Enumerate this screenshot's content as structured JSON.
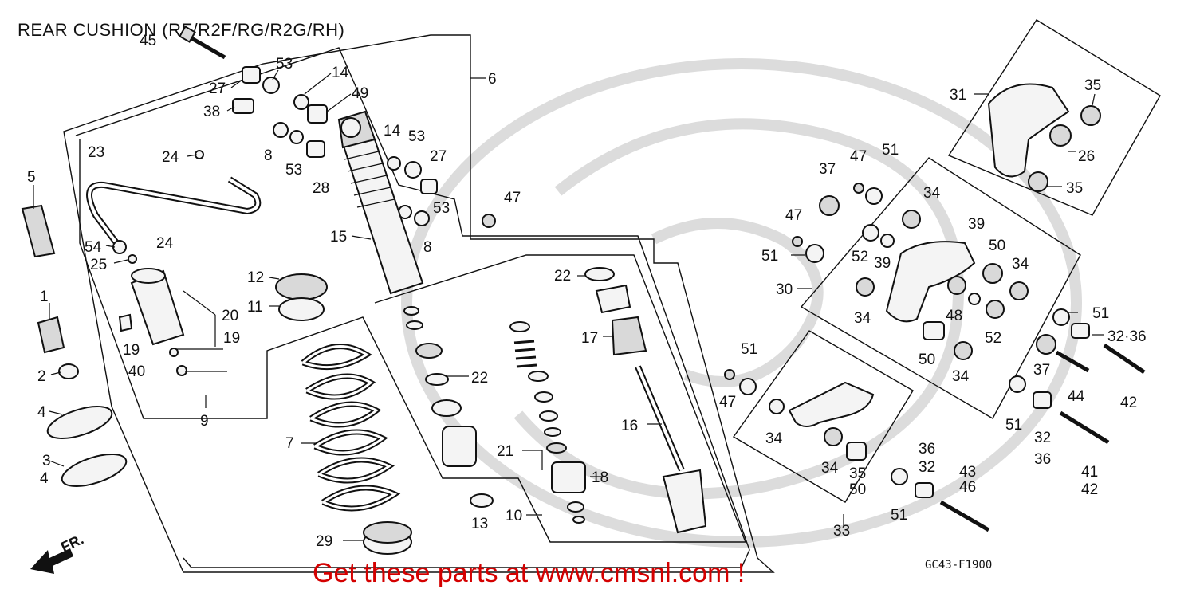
{
  "title": "REAR CUSHION (RF/R2F/RG/R2G/RH)",
  "diagram_code": "GC43-F1900",
  "direction_label": "FR.",
  "promo_text": "Get these parts at www.cmsnl.com !",
  "colors": {
    "promo": "#d40000",
    "lines": "#111111",
    "watermark": "#dcdcdc"
  },
  "callouts": {
    "c45": "45",
    "c53a": "53",
    "c27a": "27",
    "c38": "38",
    "c14a": "14",
    "c49": "49",
    "c6": "6",
    "c8a": "8",
    "c53b": "53",
    "c28": "28",
    "c14b": "14",
    "c53c": "53",
    "c27b": "27",
    "c23": "23",
    "c24a": "24",
    "c5": "5",
    "c47a": "47",
    "c53d": "53",
    "c8b": "8",
    "c54": "54",
    "c24b": "24",
    "c25": "25",
    "c15": "15",
    "c12": "12",
    "c11": "11",
    "c22a": "22",
    "c20": "20",
    "c19a": "19",
    "c19b": "19",
    "c40": "40",
    "c1": "1",
    "c2": "2",
    "c17": "17",
    "c22b": "22",
    "c4a": "4",
    "c9": "9",
    "c7": "7",
    "c3": "3",
    "c4b": "4",
    "c16": "16",
    "c21": "21",
    "c18": "18",
    "c13": "13",
    "c10": "10",
    "c29": "29",
    "c31": "31",
    "c35a": "35",
    "c26": "26",
    "c35b": "35",
    "c37a": "37",
    "c47b": "47",
    "c51a": "51",
    "c34a": "34",
    "c47c": "47",
    "c39a": "39",
    "c50a": "50",
    "c52a": "52",
    "c39b": "39",
    "c51b": "51",
    "c34b": "34",
    "c30": "30",
    "c34c": "34",
    "c48": "48",
    "c51c": "51",
    "c32_36a": "32·36",
    "c52b": "52",
    "c50b": "50",
    "c34d": "34",
    "c37b": "37",
    "c44": "44",
    "c42a": "42",
    "c51d": "51",
    "c47d": "47",
    "c34e": "34",
    "c51e": "51",
    "c32a": "32",
    "c36a": "36",
    "c34f": "34",
    "c35c": "35",
    "c50c": "50",
    "c36b": "36",
    "c32b": "32",
    "c43": "43",
    "c46": "46",
    "c41": "41",
    "c42b": "42",
    "c51f": "51",
    "c33": "33"
  }
}
